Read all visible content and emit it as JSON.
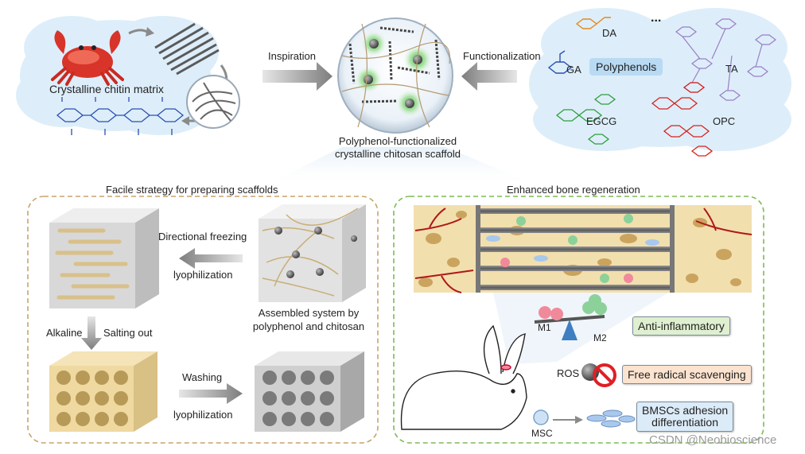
{
  "top": {
    "crab_label": "Crystalline chitin matrix",
    "inspiration": "Inspiration",
    "functionalization": "Functionalization",
    "scaffold_label_line1": "Polyphenol-functionalized",
    "scaffold_label_line2": "crystalline chitosan scaffold",
    "polyphenols": {
      "title": "Polyphenols",
      "da": "DA",
      "ga": "GA",
      "ta": "TA",
      "egcg": "EGCG",
      "opc": "OPC",
      "ellipsis": "..."
    }
  },
  "left_panel": {
    "title": "Facile strategy for preparing scaffolds",
    "directional_freezing": "Directional freezing",
    "lyophilization_1": "lyophilization",
    "assembled_line1": "Assembled system by",
    "assembled_line2": "polyphenol and chitosan",
    "alkaline": "Alkaline",
    "salting_out": "Salting out",
    "washing": "Washing",
    "lyophilization_2": "lyophilization"
  },
  "right_panel": {
    "title": "Enhanced bone regeneration",
    "m1": "M1",
    "m2": "M2",
    "anti_inflammatory": "Anti-inflammatory",
    "ros": "ROS",
    "free_radical": "Free radical scavenging",
    "msc": "MSC",
    "bmsc_line1": "BMSCs adhesion",
    "bmsc_line2": "differentiation"
  },
  "watermark": "CSDN @Neobioscience",
  "colors": {
    "cloud": "#ddeefa",
    "left_border": "#c8a46a",
    "right_border": "#7dbb55",
    "arrow": "#8c8c8c",
    "anti_tag": "#dff0d0",
    "radical_tag": "#fbe3cf",
    "bmsc_tag": "#dcebf8"
  }
}
